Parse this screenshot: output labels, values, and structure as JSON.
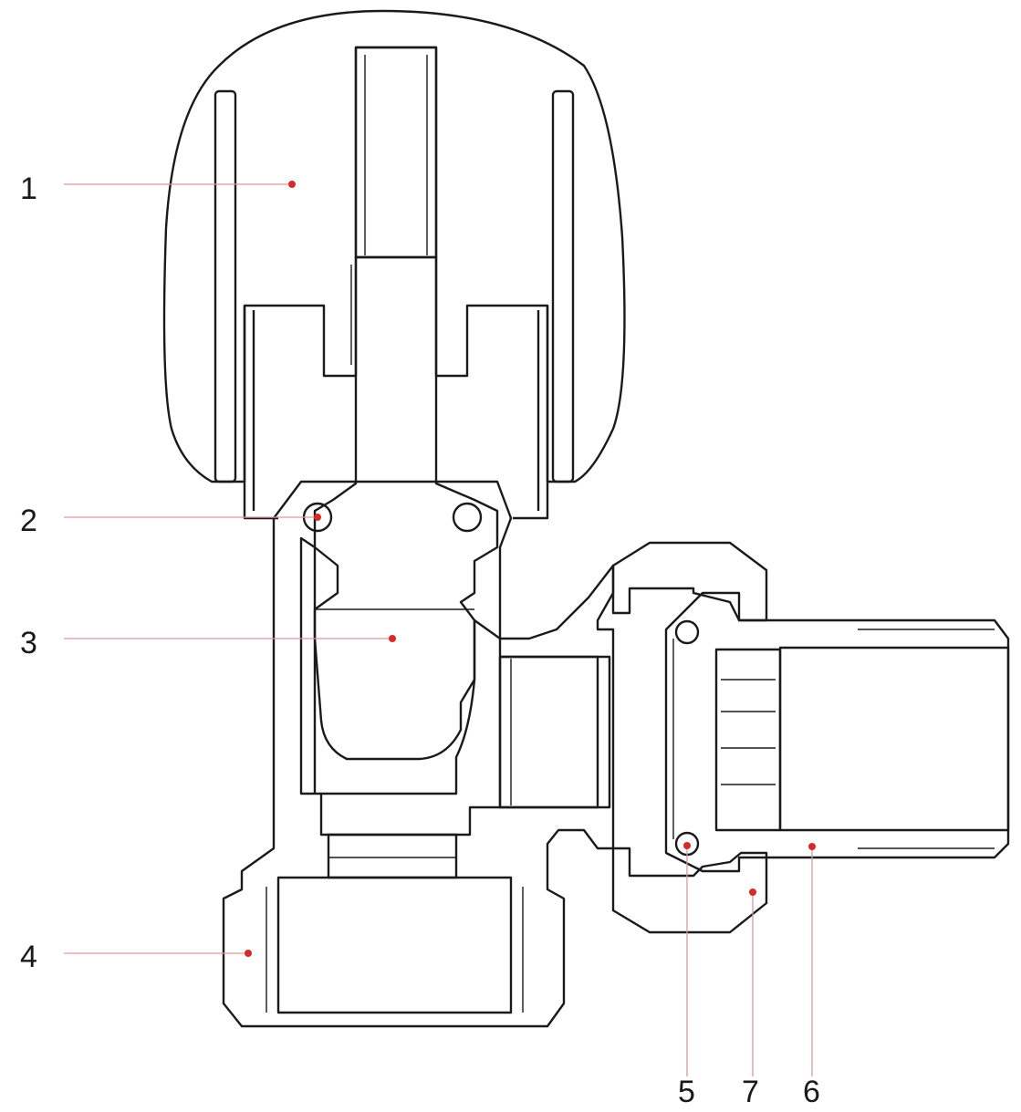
{
  "callouts": [
    {
      "id": "1",
      "label": "1"
    },
    {
      "id": "2",
      "label": "2"
    },
    {
      "id": "3",
      "label": "3"
    },
    {
      "id": "4",
      "label": "4"
    },
    {
      "id": "5",
      "label": "5"
    },
    {
      "id": "7",
      "label": "7"
    },
    {
      "id": "6",
      "label": "6"
    }
  ],
  "colors": {
    "outline": "#1a1a1a",
    "leader": "#d99a9a",
    "marker": "#d42a2a",
    "background": "#ffffff"
  }
}
